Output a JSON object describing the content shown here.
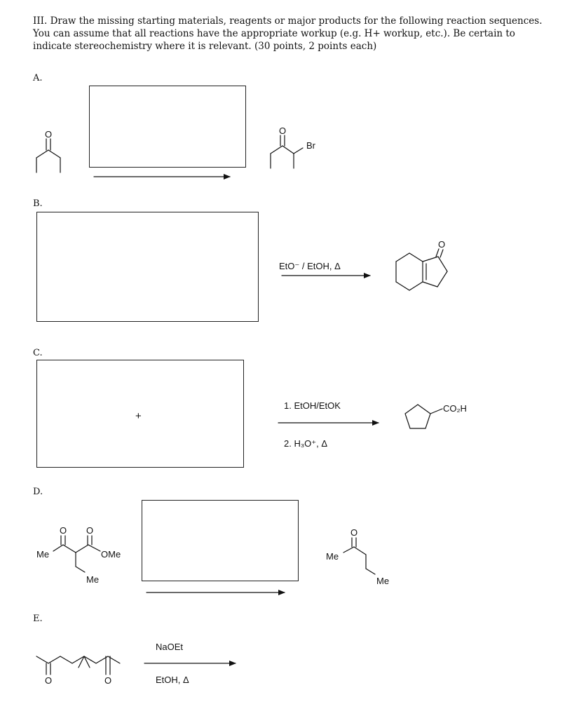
{
  "instructions": {
    "line1": "III. Draw the missing starting materials, reagents or major products for the following reaction sequences.",
    "line2": "You can assume that all reactions have the appropriate workup (e.g. H+ workup, etc.).  Be certain to",
    "line3": "indicate stereochemistry where it is relevant. (30 points, 2 points each)"
  },
  "problems": {
    "A": {
      "label": "A.",
      "product_atoms": {
        "O": "O",
        "Br": "Br"
      },
      "start_atoms": {
        "O": "O"
      }
    },
    "B": {
      "label": "B.",
      "reagent": "EtO⁻ / EtOH, Δ",
      "product_atoms": {
        "O": "O"
      }
    },
    "C": {
      "label": "C.",
      "plus": "+",
      "step1": "1. EtOH/EtOK",
      "step2": "2. H₃O⁺, Δ",
      "product_group": "CO₂H"
    },
    "D": {
      "label": "D.",
      "start_atoms": {
        "O": "O",
        "Me_left": "Me",
        "OMe": "OMe",
        "Me_bottom": "Me"
      },
      "product_atoms": {
        "O": "O",
        "Me_left": "Me",
        "Me_bottom": "Me"
      }
    },
    "E": {
      "label": "E.",
      "reagent_top": "NaOEt",
      "reagent_bottom": "EtOH, Δ",
      "start_atoms": {
        "O": "O"
      }
    }
  }
}
